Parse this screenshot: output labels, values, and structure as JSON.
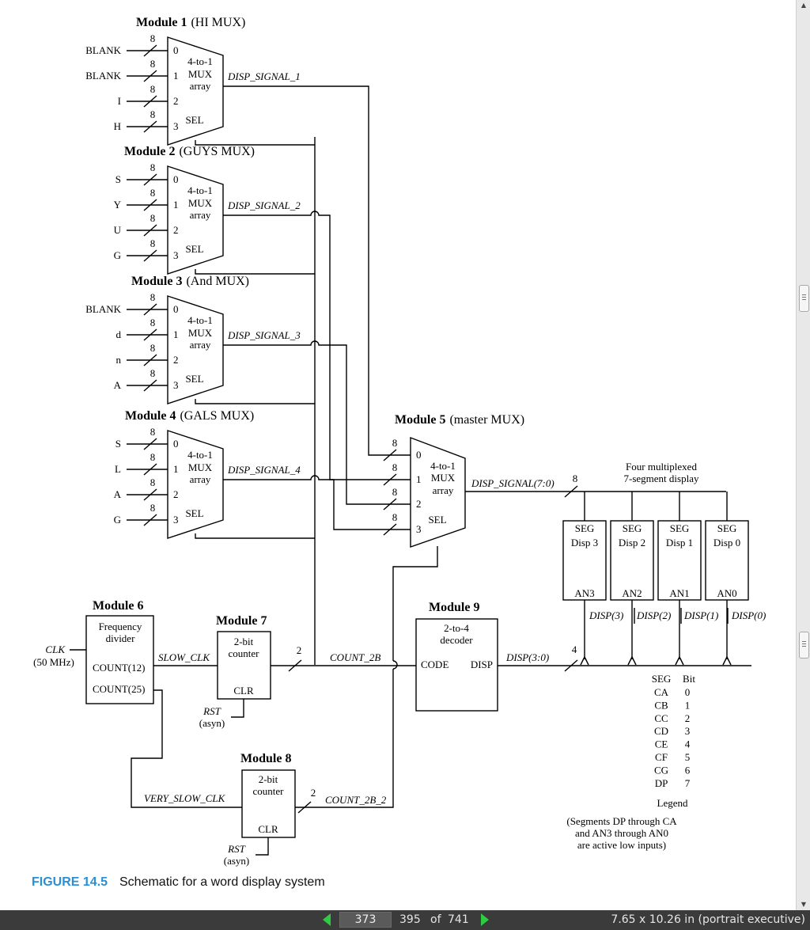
{
  "caption": {
    "figure": "FIGURE 14.5",
    "text": "Schematic for a word display system"
  },
  "bus_width_label": "8",
  "mux_labels": {
    "line1": "4-to-1",
    "line2": "MUX",
    "line3": "array",
    "sel": "SEL"
  },
  "mux_indices": [
    "0",
    "1",
    "2",
    "3"
  ],
  "modules": [
    {
      "title": "Module 1",
      "suffix": "(HI MUX)",
      "inputs": [
        "BLANK",
        "BLANK",
        "I",
        "H"
      ],
      "output": "DISP_SIGNAL_1"
    },
    {
      "title": "Module 2",
      "suffix": "(GUYS MUX)",
      "inputs": [
        "S",
        "Y",
        "U",
        "G"
      ],
      "output": "DISP_SIGNAL_2"
    },
    {
      "title": "Module 3",
      "suffix": "(And MUX)",
      "inputs": [
        "BLANK",
        "d",
        "n",
        "A"
      ],
      "output": "DISP_SIGNAL_3"
    },
    {
      "title": "Module 4",
      "suffix": "(GALS MUX)",
      "inputs": [
        "S",
        "L",
        "A",
        "G"
      ],
      "output": "DISP_SIGNAL_4"
    }
  ],
  "master_mux": {
    "title": "Module 5",
    "suffix": "(master MUX)",
    "output": "DISP_SIGNAL(7:0)"
  },
  "display": {
    "title_line1": "Four multiplexed",
    "title_line2": "7-segment display",
    "units": [
      {
        "seg": "SEG",
        "name": "Disp 3",
        "anode": "AN3",
        "signal": "DISP(3)"
      },
      {
        "seg": "SEG",
        "name": "Disp 2",
        "anode": "AN2",
        "signal": "DISP(2)"
      },
      {
        "seg": "SEG",
        "name": "Disp 1",
        "anode": "AN1",
        "signal": "DISP(1)"
      },
      {
        "seg": "SEG",
        "name": "Disp 0",
        "anode": "AN0",
        "signal": "DISP(0)"
      }
    ]
  },
  "module6": {
    "title": "Module 6",
    "line1": "Frequency",
    "line2": "divider",
    "out1": "COUNT(12)",
    "out2": "COUNT(25)",
    "clk": "CLK",
    "clk_freq": "(50 MHz)"
  },
  "module7": {
    "title": "Module 7",
    "line1": "2-bit",
    "line2": "counter",
    "clr": "CLR",
    "in_signal": "SLOW_CLK",
    "out_signal": "COUNT_2B",
    "width": "2",
    "rst": "RST",
    "rst_note": "(asyn)"
  },
  "module8": {
    "title": "Module 8",
    "line1": "2-bit",
    "line2": "counter",
    "clr": "CLR",
    "in_signal": "VERY_SLOW_CLK",
    "out_signal": "COUNT_2B_2",
    "width": "2",
    "rst": "RST",
    "rst_note": "(asyn)"
  },
  "module9": {
    "title": "Module 9",
    "line1": "2-to-4",
    "line2": "decoder",
    "in_port": "CODE",
    "out_port": "DISP",
    "out_signal": "DISP(3:0)",
    "width": "4"
  },
  "legend": {
    "head_seg": "SEG",
    "head_bit": "Bit",
    "rows": [
      {
        "seg": "CA",
        "bit": "0"
      },
      {
        "seg": "CB",
        "bit": "1"
      },
      {
        "seg": "CC",
        "bit": "2"
      },
      {
        "seg": "CD",
        "bit": "3"
      },
      {
        "seg": "CE",
        "bit": "4"
      },
      {
        "seg": "CF",
        "bit": "5"
      },
      {
        "seg": "CG",
        "bit": "6"
      },
      {
        "seg": "DP",
        "bit": "7"
      }
    ],
    "title": "Legend",
    "notes": [
      "(Segments DP through CA",
      "and AN3 through AN0",
      "are active low inputs)"
    ]
  },
  "statusbar": {
    "current_page": "373",
    "total_page": "395",
    "of": "of",
    "pages": "741",
    "page_size": "7.65 x 10.26 in (portrait executive)"
  }
}
